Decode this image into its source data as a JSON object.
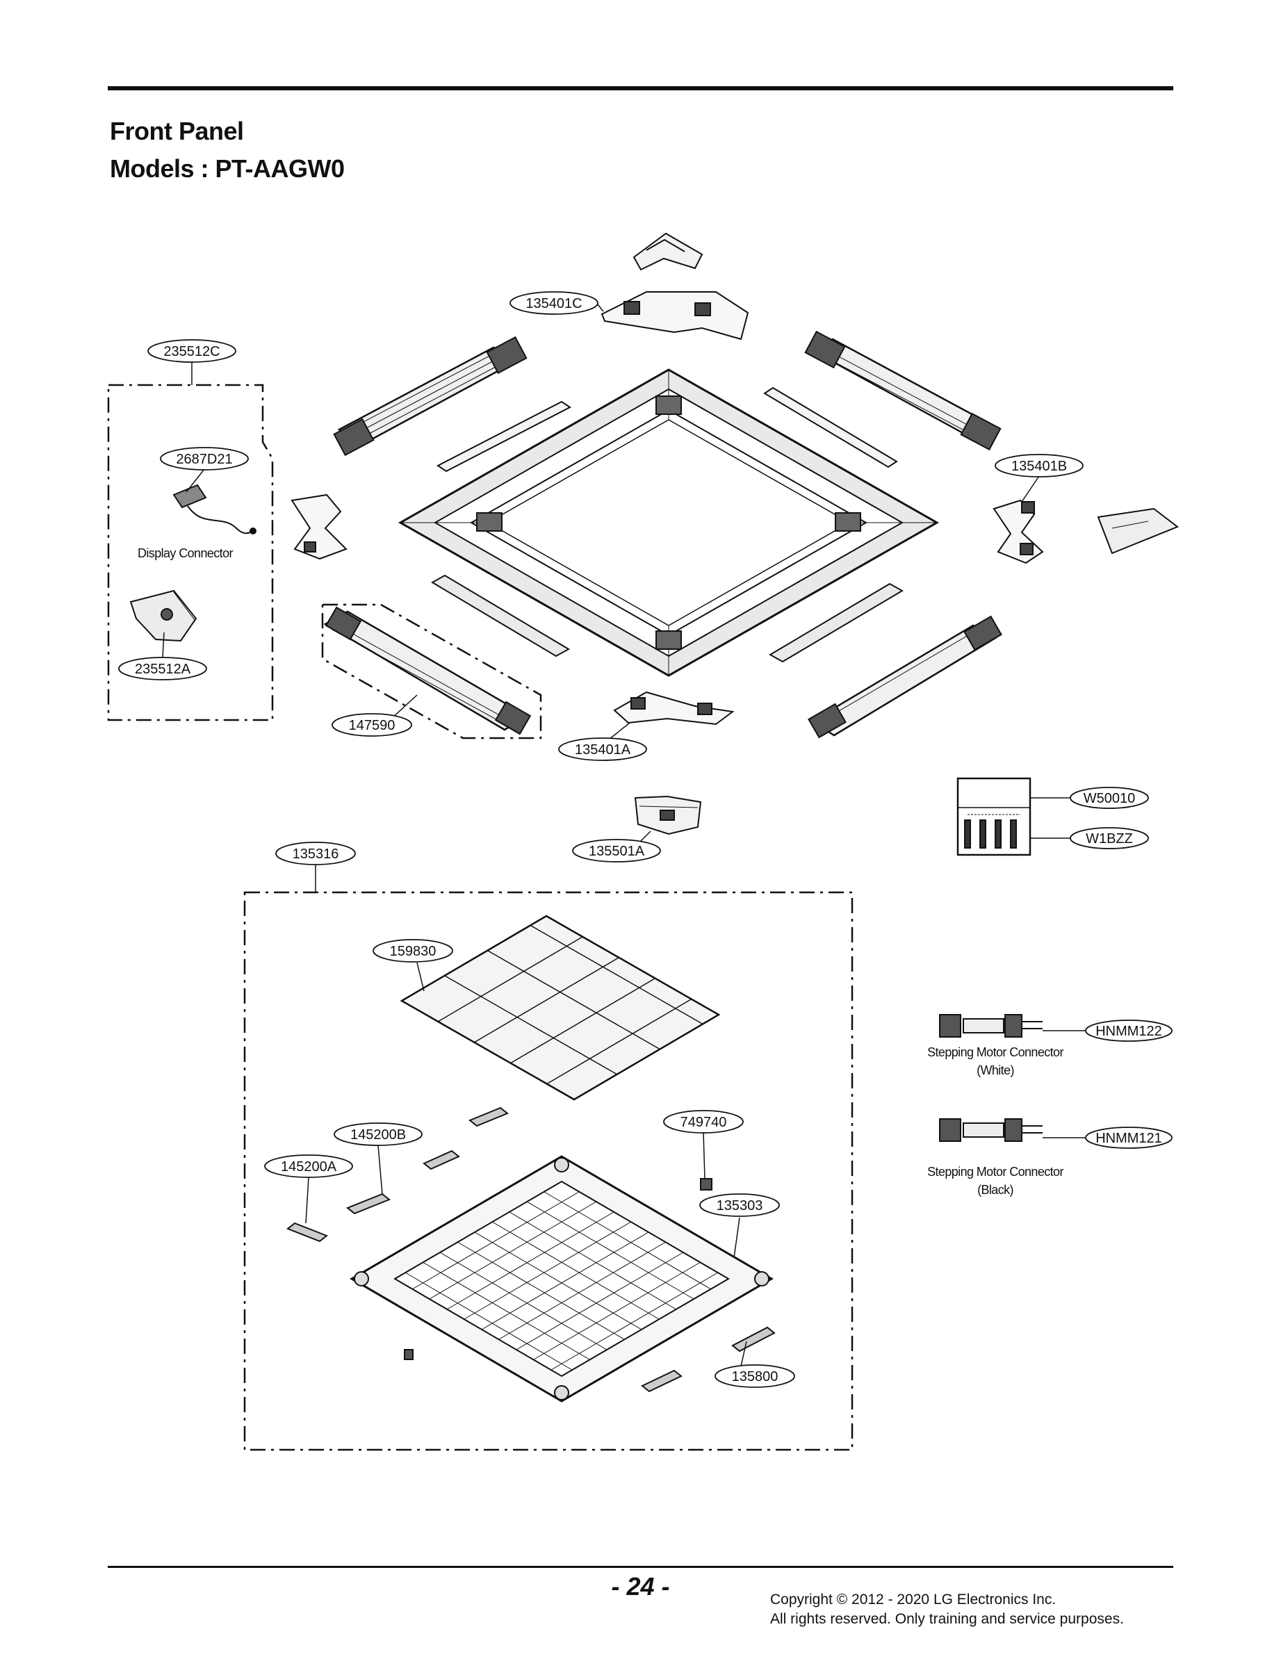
{
  "header": {
    "title": "Front Panel",
    "models": "Models : PT-AAGW0"
  },
  "callouts": {
    "c135401C": "135401C",
    "c235512C": "235512C",
    "c2687D21": "2687D21",
    "c135401B": "135401B",
    "c235512A": "235512A",
    "c147590": "147590",
    "c135401A": "135401A",
    "cW50010": "W50010",
    "cW1BZZ": "W1BZZ",
    "c135316": "135316",
    "c135501A": "135501A",
    "c159830": "159830",
    "cHNMM122": "HNMM122",
    "c749740": "749740",
    "c145200B": "145200B",
    "c145200A": "145200A",
    "c135303": "135303",
    "cHNMM121": "HNMM121",
    "c135800": "135800"
  },
  "captions": {
    "display_connector": "Display Connector",
    "stepping_white_line1": "Stepping Motor Connector",
    "stepping_white_line2": "(White)",
    "stepping_black_line1": "Stepping Motor Connector",
    "stepping_black_line2": "(Black)"
  },
  "footer": {
    "page_number": "- 24 -",
    "copyright": "Copyright © 2012 - 2020 LG Electronics Inc.",
    "rights": "All rights reserved. Only training and service purposes."
  }
}
